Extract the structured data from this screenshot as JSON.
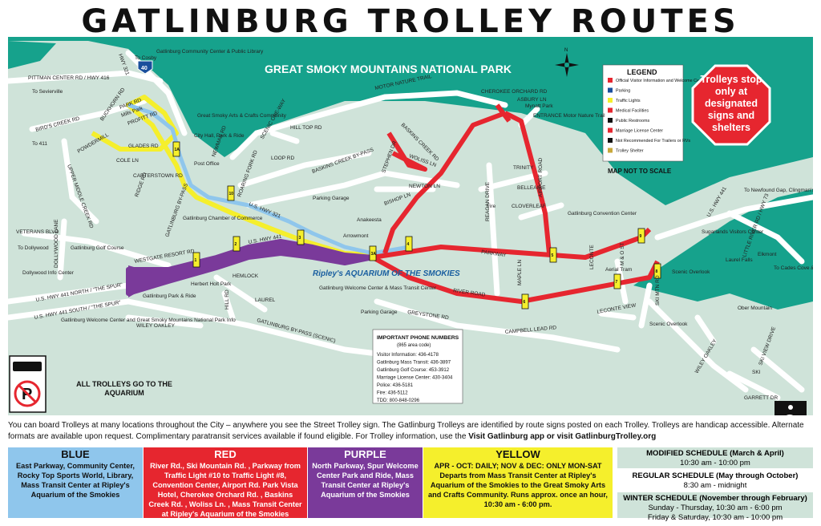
{
  "title": "GATLINBURG TROLLEY ROUTES",
  "park_name": "GREAT SMOKY MOUNTAINS NATIONAL PARK",
  "stop_sign": "Trolleys stop only at designated signs and shelters",
  "not_to_scale": "MAP NOT TO SCALE",
  "legend": {
    "title": "LEGEND",
    "items": [
      {
        "icon": "star-icon",
        "label": "Official Visitor Information and Welcome Centers"
      },
      {
        "icon": "parking-icon",
        "label": "Parking"
      },
      {
        "icon": "traffic-light-icon",
        "label": "Traffic Lights"
      },
      {
        "icon": "medical-cross-icon",
        "label": "Medical Facilities"
      },
      {
        "icon": "restroom-icon",
        "label": "Public Restrooms"
      },
      {
        "icon": "heart-icon",
        "label": "Marriage License Center"
      },
      {
        "icon": "dot-icon",
        "label": "Not Recommended For Trailers or RVs"
      },
      {
        "icon": "trolley-shelter-icon",
        "label": "Trolley Shelter"
      }
    ]
  },
  "phones": {
    "title": "IMPORTANT PHONE NUMBERS",
    "subtitle": "(865 area code)",
    "lines": [
      "Visitor Information: 436-4178",
      "Gatlinburg Mass Transit: 436-3897",
      "Gatlinburg Golf Course: 453-3912",
      "Marriage License Center: 430-3404",
      "Police: 436-5181",
      "Fire: 436-5112",
      "TDD: 800-848-0296"
    ]
  },
  "all_trolleys": "ALL TROLLEYS GO TO THE AQUARIUM",
  "places": {
    "to_cosby": "To Cosby",
    "i40": "40",
    "pittman": "PITTMAN CENTER RD / HWY 416",
    "to_sevierville": "To Sevierville",
    "hwy321": "HWY 321",
    "birds_creek": "BIRD'S CREEK RD",
    "to_411": "To 411",
    "buckhorn": "BUCKHORN RD",
    "park_rd": "PARK RD",
    "mills_park": "Mills Park",
    "profitt": "PROFITT RD",
    "community_center": "Gatlinburg Community Center & Public Library",
    "arts_crafts": "Great Smoky Arts & Crafts Community",
    "glades": "GLADES RD",
    "powdermill": "POWDERMILL",
    "cole_ln": "COLE LN",
    "city_hall": "City Hall, Park & Ride",
    "post_office": "Post Office",
    "newman": "NEWMAN RD",
    "upper_middle_creek": "UPPER MIDDLE CREEK RD",
    "carterstown": "CARTERSTOWN RD",
    "roaring_fork": "ROARING FORK RD",
    "motor_nature": "MOTOR NATURE TRAIL",
    "scenic_one_way": "SCENIC ONE-WAY",
    "hill_top": "HILL TOP RD",
    "loop_rd": "LOOP RD",
    "cherokee_orchard": "CHEROKEE ORCHARD RD",
    "asbury": "ASBURY LN",
    "mynatt": "Mynatt Park",
    "entrance": "ENTRANCE Motor Nature Trail",
    "baskins_creek": "BASKINS CREEK RD",
    "baskins_bypass": "BASKINS CREEK BY-PASS",
    "woliss": "WOLISS LN",
    "stephen": "STEPHEN DR",
    "newton": "NEWTON LN",
    "bishop": "BISHOP LN",
    "reagan": "REAGAN DRIVE",
    "trinity": "TRINITY",
    "belleaire": "BELLEAIRE",
    "cloverleaf": "CLOVERLEAF",
    "airport": "AIRPORT ROAD",
    "convention": "Gatlinburg Convention Center",
    "fire": "Fire",
    "veterans": "VETERANS BLVD",
    "to_dollywood": "To Dollywood",
    "dollywood_lane": "DOLLYWOOD LANE",
    "golf": "Gatlinburg Golf Course",
    "ridge_rd": "RIDGE RD",
    "bypass": "GATLINBURG BY-PASS",
    "chamber": "Gatlinburg Chamber of Commerce",
    "parking_garage": "Parking Garage",
    "anakeesta": "Anakeesta",
    "arrowmont": "Arrowmont",
    "us321": "U.S. HWY 321",
    "us441": "U.S. HWY 441",
    "westgate": "WESTGATE RESORT RD",
    "dollywood_info": "Dollywood Info Center",
    "spur_n": "U.S. HWY 441 NORTH / \"THE SPUR\"",
    "spur_s": "U.S. HWY 441 SOUTH / \"THE SPUR\"",
    "herbert_holt": "Herbert Holt Park",
    "hemlock": "HEMLOCK",
    "hill_rd": "HILL RD",
    "laurel": "LAUREL",
    "aquarium": "Ripley's AQUARIUM OF THE SMOKIES",
    "welcome_mass": "Gatlinburg Welcome Center & Mass Transit Center",
    "parking_garage2": "Parking Garage",
    "greystone": "GREYSTONE RD",
    "parkway": "PARKWAY",
    "river_road": "RIVER ROAD",
    "maple": "MAPLE LN",
    "leconte": "LECONTE",
    "aerial_tram": "Aerial Tram",
    "m_o_st": "M & O ST",
    "leconte_view": "LECONTE VIEW",
    "ski_mtn": "SKI MTN RD",
    "scenic_overlook": "Scenic Overlook",
    "scenic_overlook2": "Scenic Overlook",
    "sugarlands": "Sugarlands Visitors Center",
    "laurel_falls": "Laurel Falls",
    "elkmont": "Elkmont",
    "to_newfound": "To Newfound Gap, Clingman's Dome & Cherokee, NC",
    "to_cades": "To Cades Cove & Townsend",
    "little_river": "LITTLE RIVER RD / HWY 73",
    "us441b": "U.S. HWY 441",
    "ober": "Ober Mountain",
    "campbell": "CAMPBELL LEAD RD",
    "wiley_oakley": "WILEY OAKLEY",
    "wiley_oakley2": "WILEY OAKLEY",
    "ski_view": "SKI VIEW DRIVE",
    "ski": "SKI",
    "garrett": "GARRETT DR",
    "bypass_scenic": "GATLINBURG BY-PASS (SCENIC)",
    "park_ride": "Gatlinburg Park & Ride",
    "welcome_np": "Gatlinburg Welcome Center and Great Smoky Mountains National Park Info"
  },
  "traffic_lights": [
    "1",
    "2",
    "3",
    "3A",
    "4",
    "5",
    "6",
    "7",
    "8",
    "9",
    "10",
    "1A"
  ],
  "info_text": "You can board Trolleys at many locations throughout the City – anywhere you see the Street Trolley sign. The Gatlinburg Trolleys are identified by route signs posted on each Trolley. Trolleys are handicap accessible. Alternate formats are available upon request. Complimentary paratransit services available if found eligible. For Trolley information, use the",
  "info_bold": "Visit Gatlinburg app or visit GatlinburgTrolley.org",
  "info_mid": "",
  "routes": {
    "blue": {
      "name": "BLUE",
      "desc": "East Parkway, Community Center, Rocky Top Sports World, Library, Mass Transit Center at Ripley's Aquarium of the Smokies"
    },
    "red": {
      "name": "RED",
      "desc": "River Rd., Ski Mountain Rd. , Parkway from Traffic Light #10 to Traffic Light #8, Convention Center, Airport Rd. Park Vista Hotel, Cherokee Orchard Rd. , Baskins Creek Rd. , Woliss Ln. , Mass Transit Center at Ripley's Aquarium of the Smokies"
    },
    "purple": {
      "name": "PURPLE",
      "desc": "North Parkway, Spur Welcome Center Park and Ride, Mass Transit Center at Ripley's Aquarium of the Smokies"
    },
    "yellow": {
      "name": "YELLOW",
      "desc": "APR - OCT: DAILY; NOV & DEC: ONLY MON-SAT Departs from Mass Transit Center at Ripley's Aquarium of the Smokies to the Great Smoky Arts and Crafts Community. Runs approx. once an hour, 10:30 am - 6:00 pm."
    }
  },
  "schedules": [
    {
      "title": "MODIFIED SCHEDULE (March & April)",
      "line1": "10:30 am - 10:00 pm",
      "line2": ""
    },
    {
      "title": "REGULAR SCHEDULE (May through October)",
      "line1": "8:30 am - midnight",
      "line2": ""
    },
    {
      "title": "WINTER SCHEDULE (November through February)",
      "line1": "Sunday - Thursday, 10:30 am - 6:00 pm",
      "line2": "Friday & Saturday, 10:30 am - 10:00 pm"
    }
  ],
  "colors": {
    "park": "#16a28c",
    "map_bg": "#cfe3d9",
    "red": "#e6262f",
    "yellow": "#f5ef2c",
    "purple": "#7a3a9a",
    "blue": "#8fc6ec"
  }
}
